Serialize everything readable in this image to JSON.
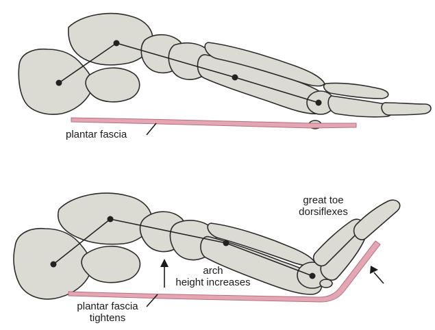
{
  "colors": {
    "bone_fill": "#dcdbd3",
    "bone_outline": "#2b2b2b",
    "bone_shade": "#a9a79c",
    "fascia": "#e3a6b2",
    "fascia_edge": "#b86d7f",
    "axis_line": "#222222",
    "text": "#1a1a1a"
  },
  "top_panel": {
    "fascia_label": "plantar fascia"
  },
  "bottom_panel": {
    "fascia_label_line1": "plantar fascia",
    "fascia_label_line2": "tightens",
    "arch_label_line1": "arch",
    "arch_label_line2": "height increases",
    "toe_label_line1": "great toe",
    "toe_label_line2": "dorsiflexes"
  }
}
